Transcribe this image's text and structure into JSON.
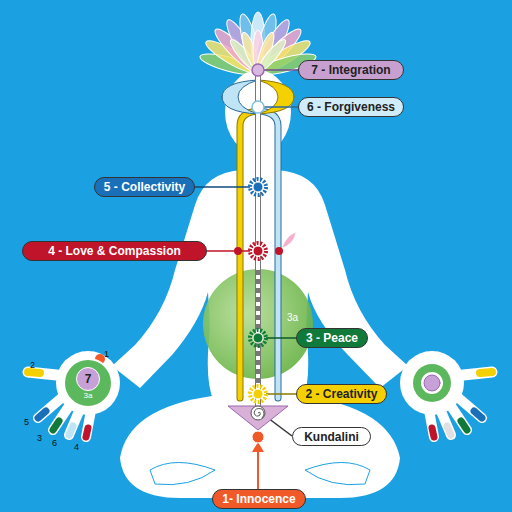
{
  "diagram": {
    "nodes": [
      {
        "text": [
          "7 - Integration"
        ]
      },
      {
        "text": [
          "6 - Forgiveness"
        ]
      },
      {
        "text": [
          "5 - Collectivity"
        ]
      },
      {
        "text": [
          "4 - Love & Compassion"
        ]
      },
      {
        "text": [
          "3 - Peace"
        ]
      },
      {
        "text": [
          "7",
          "3a"
        ]
      },
      {
        "text": [
          "2 - Creativity"
        ]
      },
      {
        "text": [
          "Kundalini"
        ]
      },
      {
        "text": [
          "1- Innocence"
        ]
      }
    ],
    "labels": [
      "3a",
      "1",
      "2",
      "5",
      "3",
      "6",
      "4"
    ]
  }
}
